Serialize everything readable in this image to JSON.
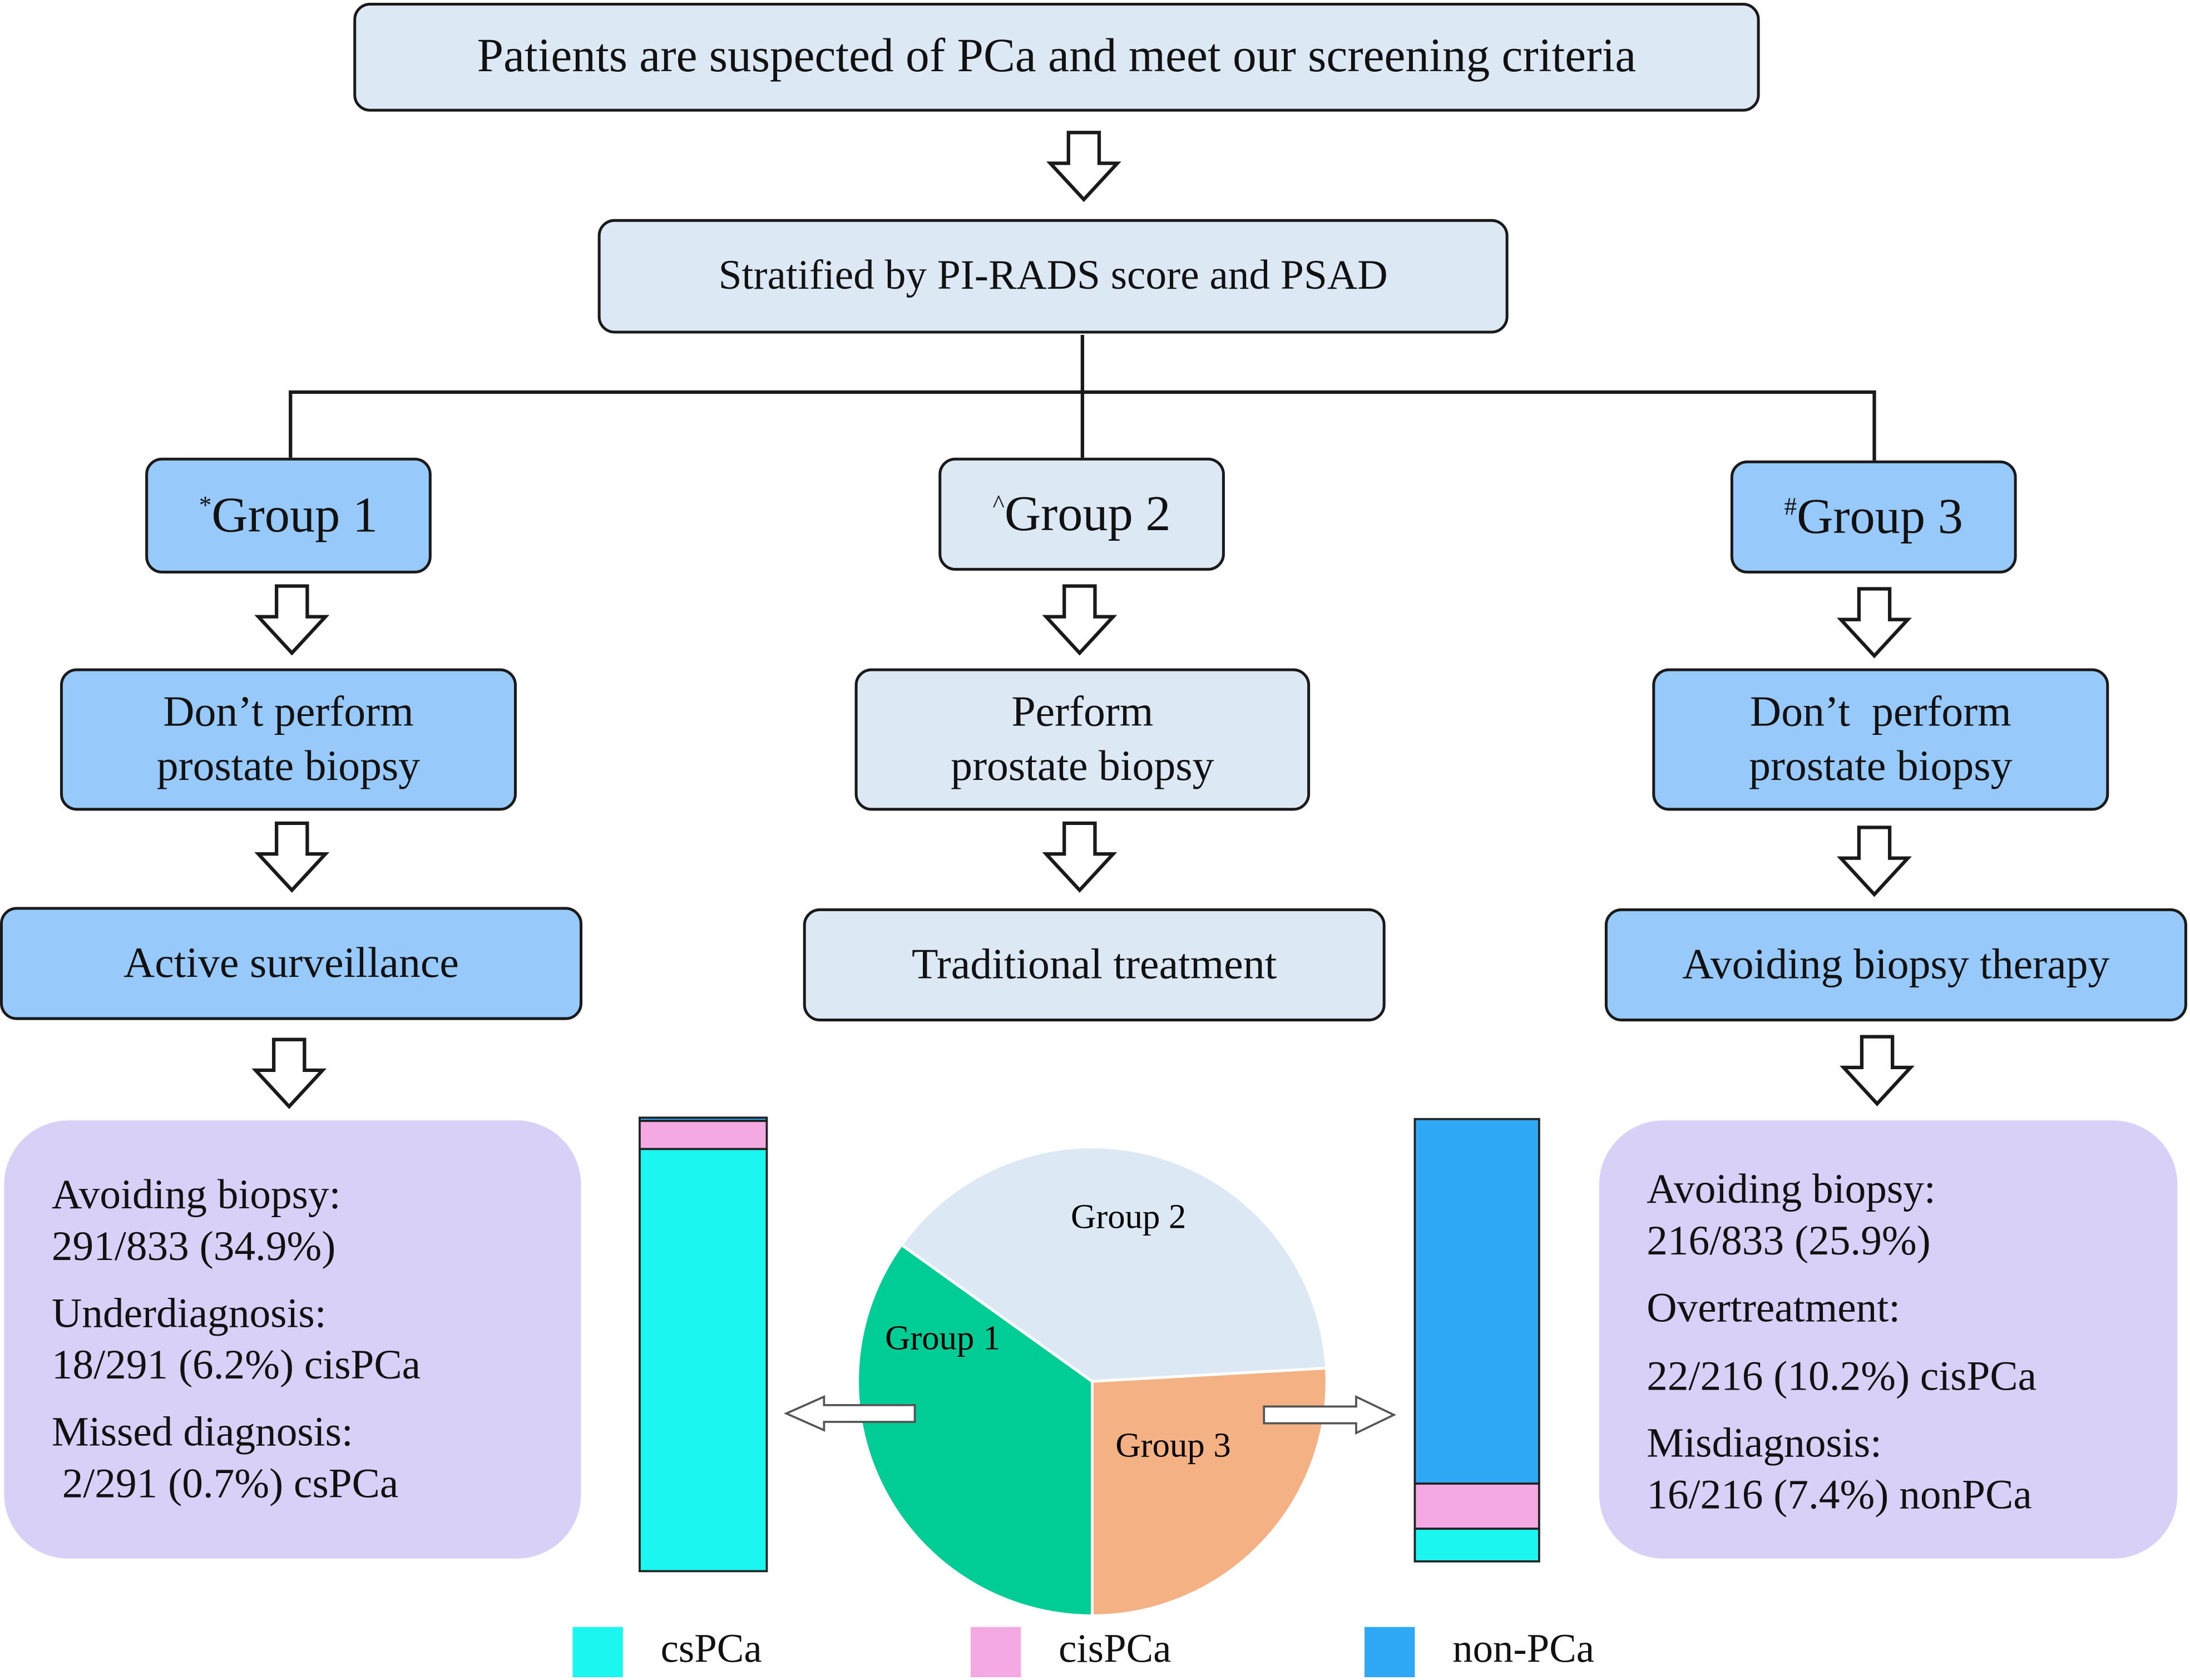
{
  "flow": {
    "top": "Patients are suspected of PCa and meet our screening criteria",
    "stratify": "Stratified by PI-RADS score and PSAD",
    "groups": [
      {
        "marker": "*",
        "label": "Group 1",
        "step1_line1": "Don’t perform",
        "step1_line2": "prostate biopsy",
        "step2": "Active surveillance"
      },
      {
        "marker": "^",
        "label": "Group 2",
        "step1_line1": "Perform",
        "step1_line2": "prostate biopsy",
        "step2": "Traditional treatment"
      },
      {
        "marker": "#",
        "label": "Group 3",
        "step1_line1": "Don’t  perform",
        "step1_line2": "prostate biopsy",
        "step2": "Avoiding biopsy therapy"
      }
    ]
  },
  "results": {
    "left": [
      "Avoiding biopsy:",
      "291/833 (34.9%)",
      "Underdiagnosis:",
      "18/291 (6.2%) cisPCa",
      "Missed diagnosis:",
      " 2/291 (0.7%) csPCa"
    ],
    "right": [
      "Avoiding biopsy:",
      "216/833 (25.9%)",
      "Overtreatment:",
      "22/216 (10.2%) cisPCa",
      "Misdiagnosis:",
      "16/216 (7.4%) nonPCa"
    ]
  },
  "chart_data": [
    {
      "type": "pie",
      "labels": [
        "Group 1",
        "Group 2",
        "Group 3"
      ],
      "values": [
        34.9,
        39.2,
        25.9
      ],
      "colors": [
        "#00cc96",
        "#dce9f5",
        "#f4b183"
      ]
    },
    {
      "type": "bar",
      "stacked": true,
      "categories": [
        "Group 1"
      ],
      "series": [
        {
          "name": "csPCa",
          "values": [
            0.931
          ],
          "color": "#1bf7f0"
        },
        {
          "name": "cisPCa",
          "values": [
            0.062
          ],
          "color": "#f5a9e3"
        },
        {
          "name": "non-PCa",
          "values": [
            0.007
          ],
          "color": "#2fa9f5"
        }
      ]
    },
    {
      "type": "bar",
      "stacked": true,
      "categories": [
        "Group 3"
      ],
      "series": [
        {
          "name": "csPCa",
          "values": [
            0.074
          ],
          "color": "#1bf7f0"
        },
        {
          "name": "cisPCa",
          "values": [
            0.102
          ],
          "color": "#f5a9e3"
        },
        {
          "name": "non-PCa",
          "values": [
            0.824
          ],
          "color": "#2fa9f5"
        }
      ]
    }
  ],
  "legend": [
    {
      "label": "csPCa",
      "color": "#1bf7f0"
    },
    {
      "label": "cisPCa",
      "color": "#f5a9e3"
    },
    {
      "label": "non-PCa",
      "color": "#2fa9f5"
    }
  ]
}
